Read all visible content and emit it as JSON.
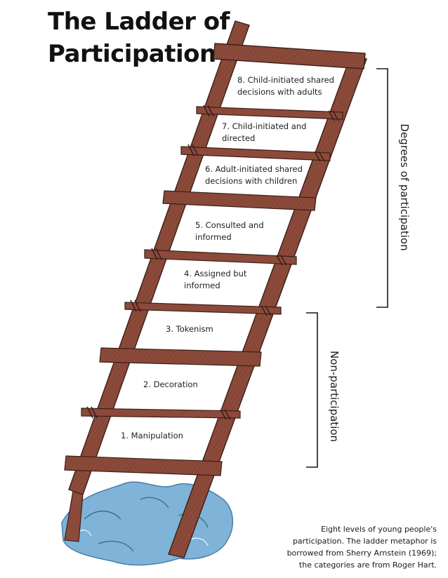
{
  "title_lines": [
    "The Ladder of",
    "Participation"
  ],
  "rungs": [
    {
      "lines": [
        "8. Child-initiated shared",
        "decisions with adults"
      ]
    },
    {
      "lines": [
        "7. Child-initiated and",
        "directed"
      ]
    },
    {
      "lines": [
        "6. Adult-initiated shared",
        "decisions with children"
      ]
    },
    {
      "lines": [
        "5. Consulted and",
        "informed"
      ]
    },
    {
      "lines": [
        "4. Assigned but",
        "informed"
      ]
    },
    {
      "lines": [
        "3. Tokenism"
      ]
    },
    {
      "lines": [
        "2. Decoration"
      ]
    },
    {
      "lines": [
        "1. Manipulation"
      ]
    }
  ],
  "groups": {
    "upper": "Degrees of participation",
    "lower": "Non-participation"
  },
  "caption_lines": [
    "Eight levels of young people's",
    "participation. The ladder metaphor is",
    "borrowed from Sherry Arnstein (1969);",
    "the categories are from Roger Hart."
  ],
  "colors": {
    "wood": "#8c4a3a",
    "wood_dark": "#3b1f17",
    "water": "#7fb3d8",
    "water_dark": "#4a7fa8"
  }
}
